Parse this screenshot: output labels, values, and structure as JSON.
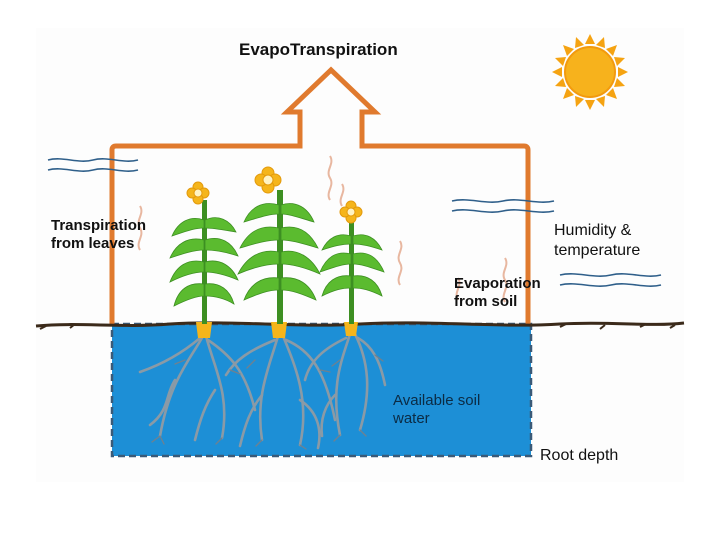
{
  "diagram": {
    "title": "EvapoTranspiration",
    "transpiration": {
      "line1": "Transpiration",
      "line2": "from leaves"
    },
    "humidity": {
      "line1": "Humidity &",
      "line2": "temperature"
    },
    "evaporation": {
      "line1": "Evaporation",
      "line2": "from soil"
    },
    "soil_water": {
      "line1": "Available soil",
      "line2": "water"
    },
    "root_depth": "Root depth"
  },
  "colors": {
    "arrow": "#e07a2e",
    "soil_water": "#1d8fd6",
    "soil_border": "#3a5a78",
    "plant_green": "#4caf2a",
    "flower": "#f5b51b",
    "sun": "#f5a312",
    "ground": "#3b2a1a"
  },
  "icons": [
    "sun-icon",
    "wind-lines-icon",
    "heat-wave-icon",
    "plant-icon",
    "root-icon"
  ]
}
